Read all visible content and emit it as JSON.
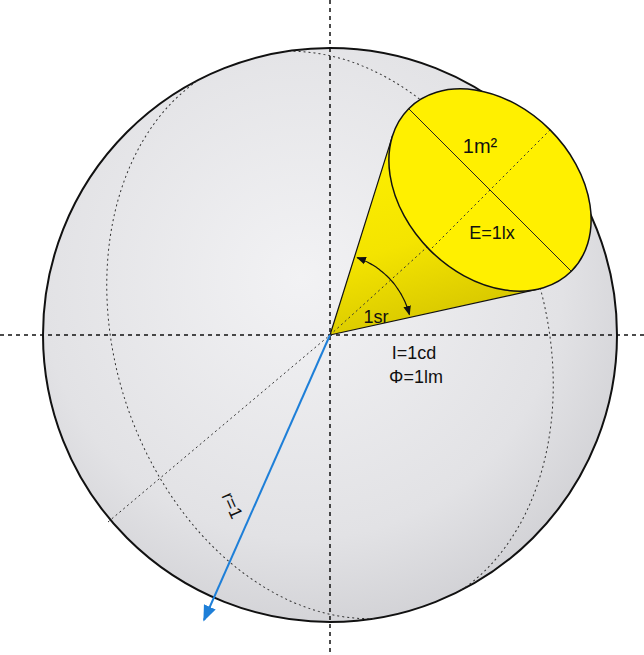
{
  "diagram": {
    "nodes": [
      {
        "text": [
          "1m²",
          "E=1lx"
        ]
      }
    ],
    "labels": [
      "1sr",
      "I=1cd",
      "Φ=1lm",
      "r=1"
    ]
  }
}
